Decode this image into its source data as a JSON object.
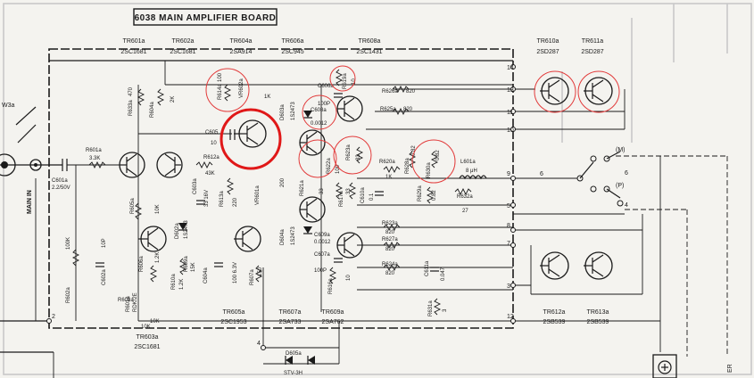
{
  "board_title": "6038 MAIN AMPLIFIER BOARD",
  "side_label_main_in": "MAIN IN",
  "side_label_left": "W3a",
  "side_label_right": "ER",
  "transistors": [
    {
      "ref": "TR601a",
      "part": "2SC1681"
    },
    {
      "ref": "TR602a",
      "part": "2SC1681"
    },
    {
      "ref": "TR604a",
      "part": "2SA914"
    },
    {
      "ref": "TR606a",
      "part": "2SC945"
    },
    {
      "ref": "TR608a",
      "part": "2SC1431"
    },
    {
      "ref": "TR610a",
      "part": "2SD287"
    },
    {
      "ref": "TR611a",
      "part": "2SD287"
    },
    {
      "ref": "TR605a",
      "part": "2SC1953"
    },
    {
      "ref": "TR607a",
      "part": "2SA733"
    },
    {
      "ref": "TR609a",
      "part": "2SA762"
    },
    {
      "ref": "TR612a",
      "part": "2SB539"
    },
    {
      "ref": "TR613a",
      "part": "2SB539"
    },
    {
      "ref": "TR603a",
      "part": "2SC1681"
    }
  ],
  "components": {
    "r601": "R601a",
    "r601v": "3.3K",
    "c601": "C601a",
    "c601v": "2.2/50V",
    "r602": "R602a",
    "r602v": "100K",
    "c602": "C602a",
    "c602v": "10P",
    "r605": "R605a",
    "r605v": "10K",
    "r606": "R606a",
    "r606v": "1.2K",
    "d602": "D602a",
    "d602v": "1S2473",
    "r609": "R609a",
    "r609v": "15K",
    "r610": "R610a",
    "r610v": "1.2K",
    "c603": "C603a",
    "c603v": "33 16V",
    "r613": "R613a",
    "r613v": "220",
    "r612": "R612a",
    "r612v": "43K",
    "vr601": "VR601a",
    "vr601v": "200",
    "c604": "C604a",
    "c604v": "100 6.3V",
    "r607": "R607a",
    "r607v": "150",
    "r608": "R608a",
    "r608v": "10K",
    "r601b": "R601a",
    "r601bv": "RDK/2E",
    "r633": "R633a",
    "r633v": "470",
    "r604": "R604a",
    "r604v": "2K",
    "r614": "R614a",
    "r614v": "100",
    "vr602": "VR602a",
    "vr602v": "1K",
    "c605": "C605",
    "c605v": "10",
    "c606": "C606a",
    "c606v": "100P",
    "d603": "D603a",
    "d603v": "1S2473",
    "c608": "C608a",
    "c608v": "0.0012",
    "r619": "R619a",
    "r619v": "10",
    "r626": "R626a",
    "r626v": "820",
    "r625": "R625a",
    "r625v": "820",
    "r622": "R622a",
    "r622v": "100",
    "r620": "R620a",
    "r620v": "1K",
    "r623": "R623a",
    "r623v": "33",
    "r628": "R628a",
    "r628v": "0.82",
    "r630": "R630a",
    "r630v": "0.82",
    "l601": "L601a",
    "l601v": "8 μH",
    "r632": "R632a",
    "r632v": "27",
    "r621": "R621a",
    "r621v": "33",
    "r617": "R617a",
    "r617v": "33",
    "c610": "C610a",
    "c610v": "0.1",
    "r629": "R629a",
    "r629v": "0.82",
    "d604": "D604a",
    "d604v": "1S2473",
    "c609": "C609a",
    "c609v": "0.0012",
    "c607": "C607a",
    "c607v": "100P",
    "r616": "R616a",
    "r616v": "10",
    "r623b": "R623a",
    "r623bv": "820",
    "r627": "R627a",
    "r627v": "820",
    "r624": "R624a",
    "r624v": "820",
    "c611": "C611a",
    "c611v": "0.047",
    "r631": "R631a",
    "r631v": "3",
    "d605": "D605a",
    "d605v": "STV-3H",
    "pot10k": "10K"
  },
  "terminals": [
    "14",
    "13",
    "11",
    "10",
    "9",
    "6",
    "5",
    "8",
    "7",
    "3",
    "12",
    "2",
    "4"
  ],
  "switch_labels": {
    "m": "(M)",
    "p": "(P)",
    "t6": "6",
    "t4": "4"
  }
}
